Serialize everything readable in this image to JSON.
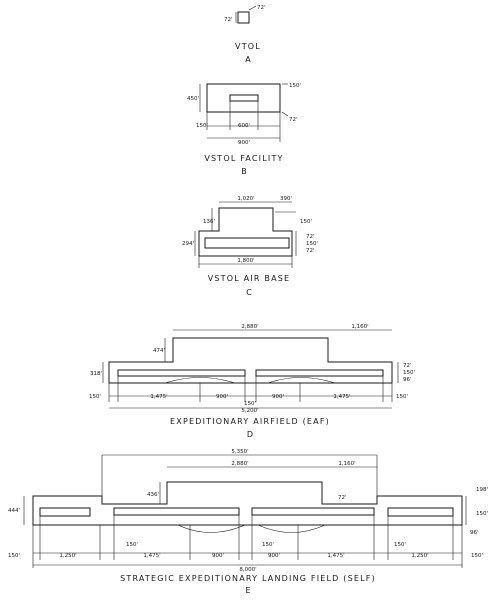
{
  "figures": [
    {
      "id": "vtol",
      "title": "VTOL",
      "letter": "A",
      "dims": {
        "width": "72'",
        "height": "72'"
      }
    },
    {
      "id": "vstol-facility",
      "title": "VSTOL FACILITY",
      "letter": "B",
      "dims": {
        "height": "450'",
        "top_gap": "150'",
        "bottom_gap": "72'",
        "left": "150'",
        "runway": "600'",
        "overall": "900'"
      }
    },
    {
      "id": "vstol-air-base",
      "title": "VSTOL AIR BASE",
      "letter": "C",
      "dims": {
        "top_width": "1,020'",
        "right_top": "390'",
        "upper_height": "136'",
        "right_upper": "150'",
        "height": "294'",
        "r1": "72'",
        "r2": "150'",
        "r3": "72'",
        "overall": "1,800'"
      }
    },
    {
      "id": "eaf",
      "title": "EXPEDITIONARY AIRFIELD (EAF)",
      "letter": "D",
      "dims": {
        "top_width": "2,880'",
        "right_top": "1,160'",
        "upper_height": "474'",
        "height": "318'",
        "r1": "72'",
        "r2": "150'",
        "r3": "96'",
        "left": "150'",
        "seg1": "1,475'",
        "seg2": "900'",
        "seg3": "900'",
        "seg4": "1,475'",
        "right": "150'",
        "center": "150'",
        "overall": "5,200'"
      }
    },
    {
      "id": "self",
      "title": "STRATEGIC EXPEDITIONARY LANDING FIELD (SELF)",
      "letter": "E",
      "dims": {
        "top_overall": "5,350'",
        "top_width": "2,880'",
        "right_top": "1,160'",
        "upper_height": "436'",
        "upper_right": "72'",
        "height": "444'",
        "r1": "198'",
        "r2": "150'",
        "r3": "96'",
        "left": "150'",
        "seg1": "1,250'",
        "mk1": "150'",
        "seg2": "1,475'",
        "seg3": "900'",
        "seg4": "900'",
        "mk2": "150'",
        "seg5": "1,475'",
        "mk3": "150'",
        "seg6": "1,250'",
        "right": "150'",
        "overall": "8,000'"
      }
    }
  ]
}
